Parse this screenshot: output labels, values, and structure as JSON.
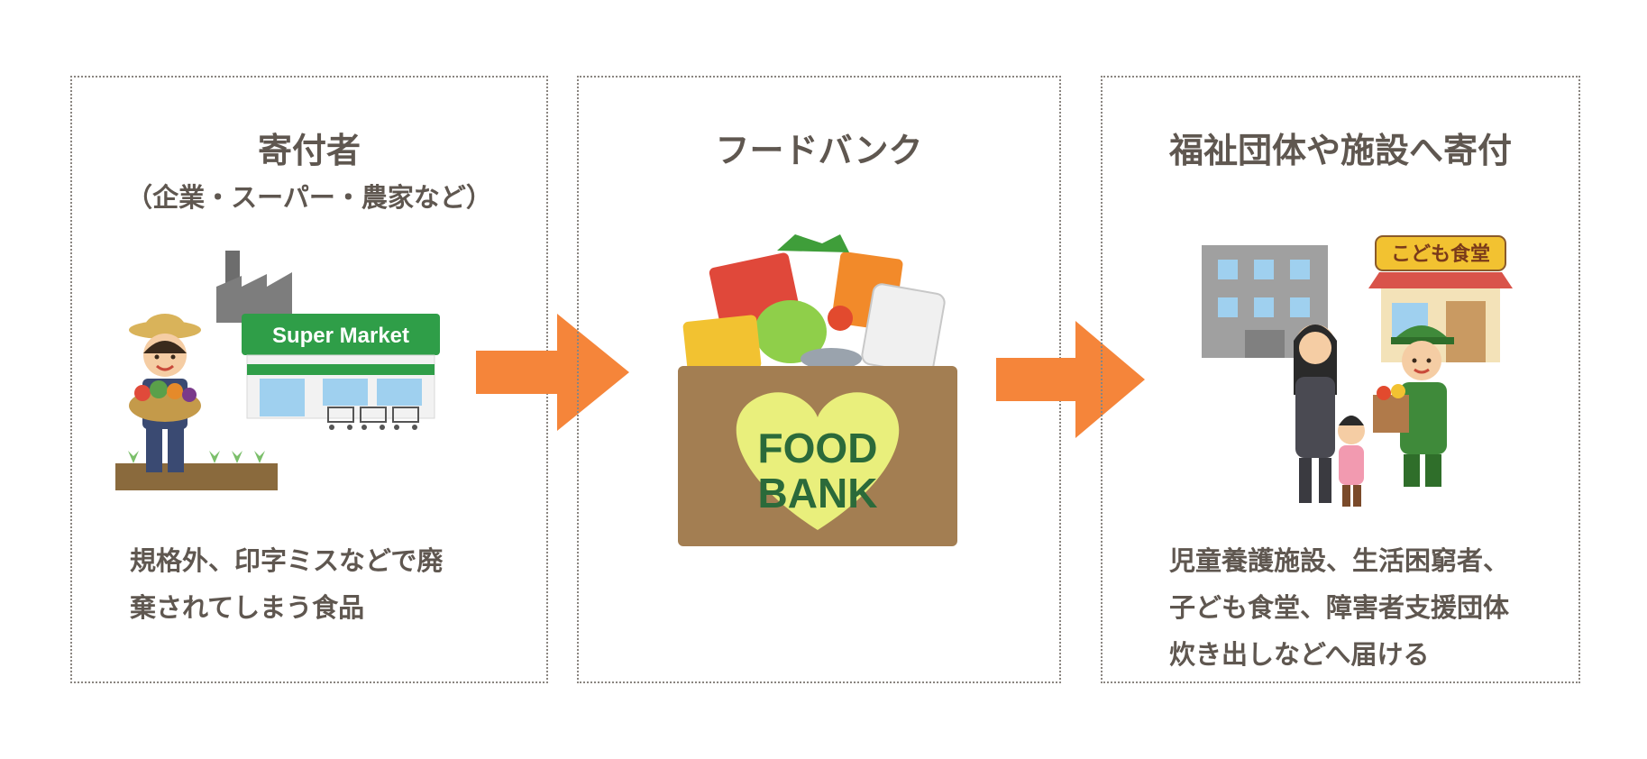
{
  "donors": {
    "title": "寄付者",
    "subtitle": "（企業・スーパー・農家など）",
    "store_sign": "Super Market",
    "description": [
      "規格外、印字ミスなどで廃",
      "棄されてしまう食品"
    ]
  },
  "foodbank": {
    "title": "フードバンク",
    "box_label": [
      "FOOD",
      "BANK"
    ]
  },
  "recipients": {
    "title": "福祉団体や施設へ寄付",
    "shop_sign": "こども食堂",
    "description": [
      "児童養護施設、生活困窮者、",
      "子ども食堂、障害者支援団体",
      "炊き出しなどへ届ける"
    ]
  },
  "colors": {
    "arrow": "#f5853a",
    "text": "#5f5750",
    "border": "#8a8580",
    "supermarket_green": "#2f9e48",
    "box_brown": "#a37e52",
    "heart_yellow": "#e9ef7c"
  },
  "icons": [
    "farmer-icon",
    "factory-icon",
    "supermarket-icon",
    "food-box-icon",
    "office-building-icon",
    "kids-cafeteria-icon",
    "family-icon",
    "delivery-person-icon"
  ]
}
